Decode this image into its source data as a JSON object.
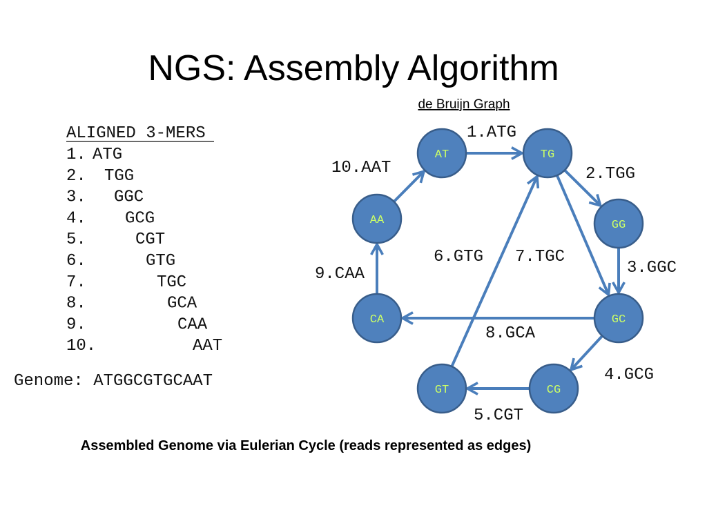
{
  "title": "NGS: Assembly Algorithm",
  "graph_title": "de Bruijn Graph",
  "kmers_header": "ALIGNED 3-MERS",
  "kmers": [
    {
      "num": "1.",
      "seq": "ATG"
    },
    {
      "num": "2.",
      "seq": "TGG"
    },
    {
      "num": "3.",
      "seq": "GGC"
    },
    {
      "num": "4.",
      "seq": "GCG"
    },
    {
      "num": "5.",
      "seq": "CGT"
    },
    {
      "num": "6.",
      "seq": "GTG"
    },
    {
      "num": "7.",
      "seq": "TGC"
    },
    {
      "num": "8.",
      "seq": "GCA"
    },
    {
      "num": "9.",
      "seq": "CAA"
    },
    {
      "num": "10.",
      "seq": "AAT"
    }
  ],
  "genome": "Genome: ATGGCGTGCAAT",
  "nodes": {
    "AT": "AT",
    "TG": "TG",
    "GG": "GG",
    "GC": "GC",
    "CG": "CG",
    "GT": "GT",
    "CA": "CA",
    "AA": "AA"
  },
  "edges": [
    {
      "label": "1.ATG",
      "from": "AT",
      "to": "TG"
    },
    {
      "label": "2.TGG",
      "from": "TG",
      "to": "GG"
    },
    {
      "label": "3.GGC",
      "from": "GG",
      "to": "GC"
    },
    {
      "label": "4.GCG",
      "from": "GC",
      "to": "CG"
    },
    {
      "label": "5.CGT",
      "from": "CG",
      "to": "GT"
    },
    {
      "label": "6.GTG",
      "from": "GT",
      "to": "TG"
    },
    {
      "label": "7.TGC",
      "from": "TG",
      "to": "GC"
    },
    {
      "label": "8.GCA",
      "from": "GC",
      "to": "CA"
    },
    {
      "label": "9.CAA",
      "from": "CA",
      "to": "AA"
    },
    {
      "label": "10.AAT",
      "from": "AA",
      "to": "AT"
    }
  ],
  "colors": {
    "node_fill": "#4f81bd",
    "node_label": "#ccff66",
    "edge": "#4a7ebb"
  },
  "caption": "Assembled Genome via Eulerian Cycle (reads represented as edges)"
}
